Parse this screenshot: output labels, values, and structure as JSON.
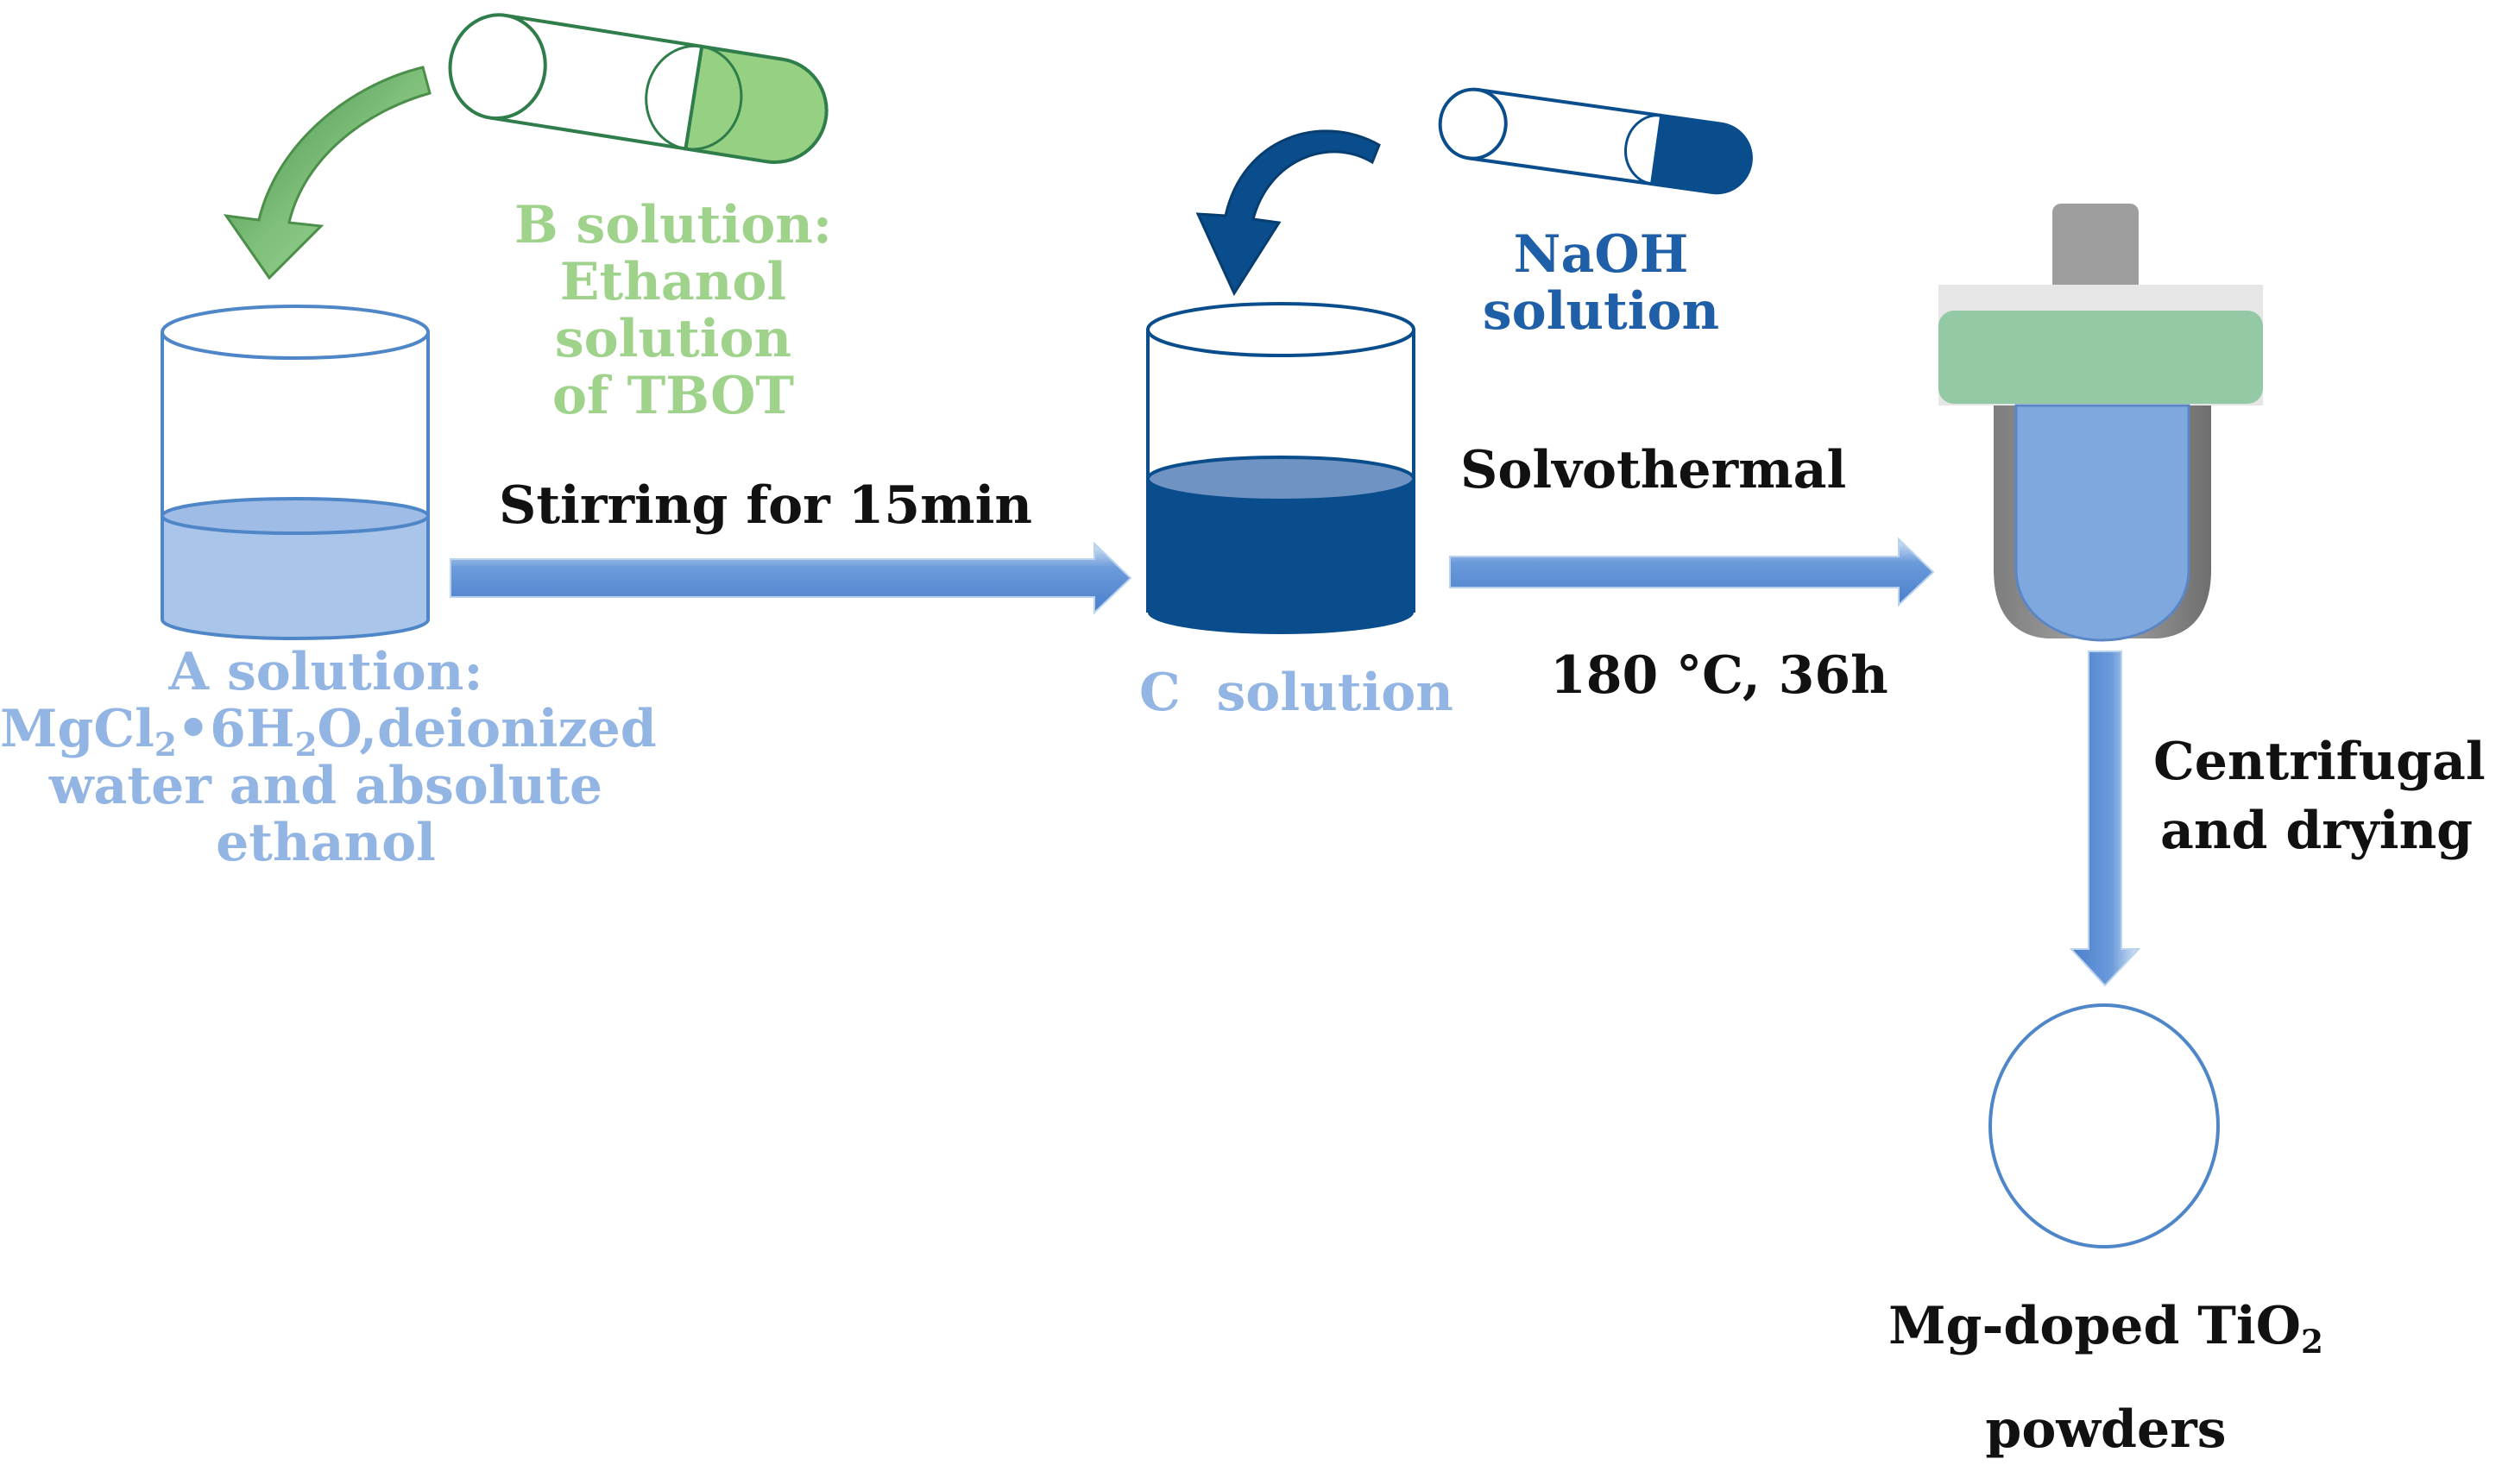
{
  "colors": {
    "green": "#8fce7f",
    "green_text": "#9fd38c",
    "light_blue": "#a9c5ea",
    "light_blue_text": "#93b5e3",
    "dark_blue": "#0a4d8c",
    "dark_blue_text": "#1f5fa8",
    "arrow_blue": "#5b8fd6",
    "autoclave_grey": "#9e9e9e",
    "autoclave_green": "#94c9a6",
    "liner_blue": "#7fa8df"
  },
  "icons": [
    "curved-arrow-icon",
    "test-tube-icon",
    "beaker-icon",
    "autoclave-icon",
    "powder-circle-icon",
    "process-arrow-icon"
  ],
  "labels": {
    "b_solution": [
      "B solution:",
      "Ethanol",
      "solution",
      "of TBOT"
    ],
    "naoh_solution": [
      "NaOH",
      "solution"
    ],
    "stirring": "Stirring for 15min",
    "solvothermal": "Solvothermal",
    "conditions": "180 °C, 36h",
    "a_solution": {
      "line1": "A solution:",
      "formula_mg": "MgCl",
      "formula_sub1": "2",
      "formula_dot": "•6H",
      "formula_sub2": "2",
      "formula_rest": "O,deionized",
      "line3": "water and absolute",
      "line4": "ethanol"
    },
    "c_solution": "C  solution",
    "centrifugal": [
      "Centrifugal",
      "and drying"
    ],
    "product": {
      "main": "Mg-doped TiO",
      "sub": "2",
      "line2": "powders"
    }
  }
}
